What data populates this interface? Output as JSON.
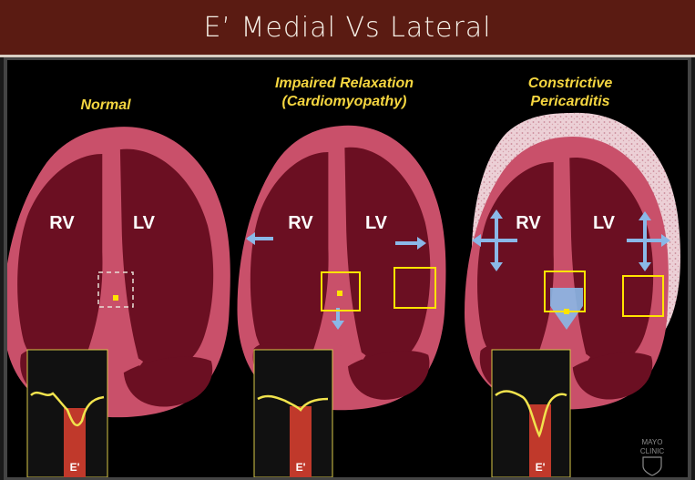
{
  "slide": {
    "title": "E’ Medial Vs Lateral"
  },
  "panels": [
    {
      "heading": "Normal",
      "rv": "RV",
      "lv": "LV",
      "doppler_label": "E'"
    },
    {
      "heading_line1": "Impaired Relaxation",
      "heading_line2": "(Cardiomyopathy)",
      "rv": "RV",
      "lv": "LV",
      "doppler_label": "E'"
    },
    {
      "heading_line1": "Constrictive",
      "heading_line2": "Pericarditis",
      "rv": "RV",
      "lv": "LV",
      "doppler_label": "E'"
    }
  ],
  "logo": {
    "line1": "MAYO",
    "line2": "CLINIC"
  },
  "colors": {
    "title_bar": "#5a1b12",
    "myocardium": "#c9506a",
    "chamber": "#6b0f22",
    "heading_text": "#f5d640",
    "highlight_box": "#ffe400",
    "arrow": "#8ab8e8",
    "pericardium": "#e9c8cf",
    "doppler_bar": "#c0392b"
  }
}
